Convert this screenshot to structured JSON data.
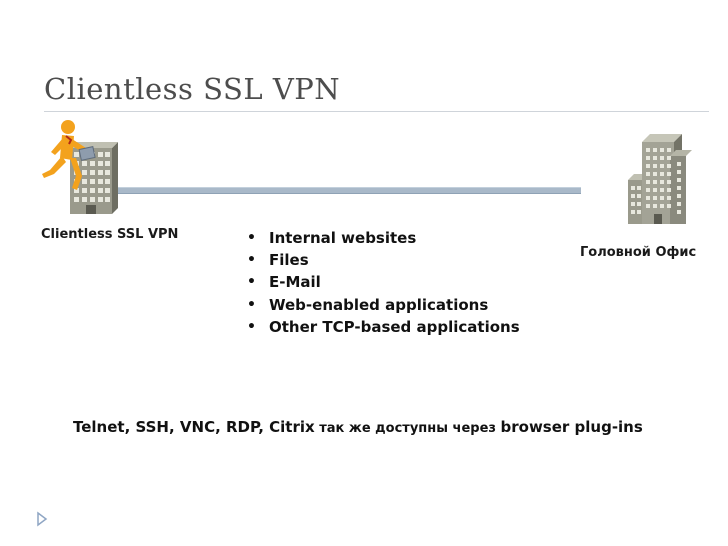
{
  "slide": {
    "title": "Clientless SSL VPN"
  },
  "diagram": {
    "client_label": "Clientless SSL VPN",
    "office_label": "Головной Офис",
    "features": [
      "Internal websites",
      "Files",
      "E-Mail",
      "Web-enabled applications",
      "Other TCP-based applications"
    ],
    "note": {
      "part1": "Telnet, SSH, VNC, RDP, Citrix",
      "part2": " так же доступны через ",
      "part3": "browser plug-ins"
    }
  },
  "colors": {
    "link_line": "#a9b9c9",
    "person": "#f3a21d",
    "building": "#8a8a7e",
    "footer_bullet": "#8fa6c4"
  },
  "icons": {
    "client": "running-person-building-icon",
    "office": "office-building-icon",
    "footer": "slide-bullet-icon"
  }
}
